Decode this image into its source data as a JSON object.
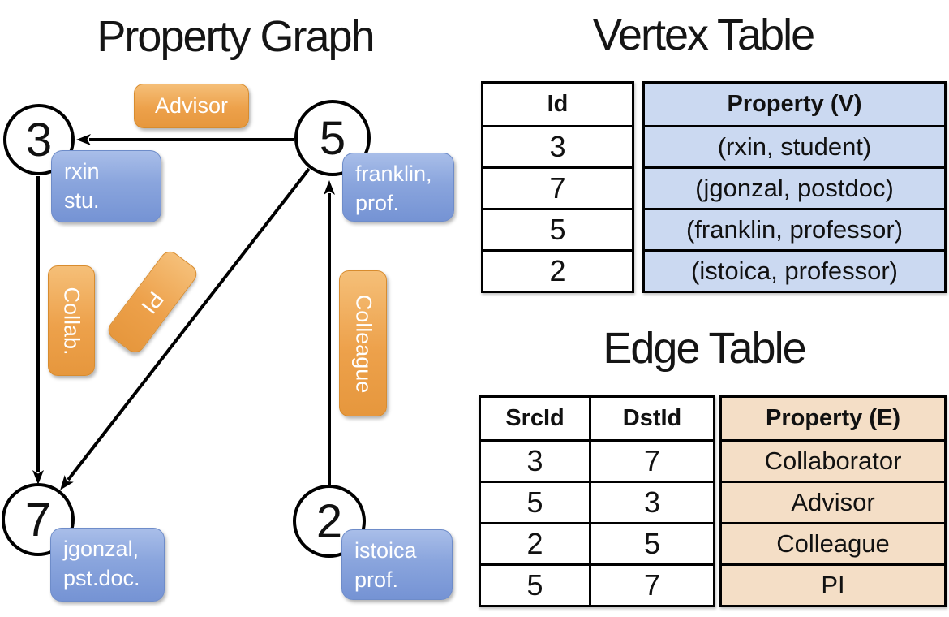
{
  "diagram": {
    "title": "Property Graph",
    "nodes": [
      {
        "id": "3",
        "label_line1": "rxin",
        "label_line2": "stu."
      },
      {
        "id": "5",
        "label_line1": "franklin,",
        "label_line2": "prof."
      },
      {
        "id": "7",
        "label_line1": "jgonzal,",
        "label_line2": "pst.doc."
      },
      {
        "id": "2",
        "label_line1": "istoica",
        "label_line2": "prof."
      }
    ],
    "edges": [
      {
        "label": "Advisor",
        "src": "5",
        "dst": "3"
      },
      {
        "label": "Collab.",
        "src": "3",
        "dst": "7"
      },
      {
        "label": "PI",
        "src": "5",
        "dst": "7"
      },
      {
        "label": "Colleague",
        "src": "2",
        "dst": "5"
      }
    ]
  },
  "vertex_table": {
    "title": "Vertex Table",
    "columns": [
      "Id",
      "Property (V)"
    ],
    "rows": [
      [
        "3",
        "(rxin, student)"
      ],
      [
        "7",
        "(jgonzal, postdoc)"
      ],
      [
        "5",
        "(franklin, professor)"
      ],
      [
        "2",
        "(istoica, professor)"
      ]
    ]
  },
  "edge_table": {
    "title": "Edge Table",
    "columns": [
      "SrcId",
      "DstId",
      "Property (E)"
    ],
    "rows": [
      [
        "3",
        "7",
        "Collaborator"
      ],
      [
        "5",
        "3",
        "Advisor"
      ],
      [
        "2",
        "5",
        "Colleague"
      ],
      [
        "5",
        "7",
        "PI"
      ]
    ]
  },
  "colors": {
    "edge_label_orange": "#eda14b",
    "vertex_label_blue": "#7e9cd8",
    "vertex_table_fill": "#cbd9f1",
    "edge_table_fill": "#f4dec6",
    "line_black": "#000000"
  }
}
